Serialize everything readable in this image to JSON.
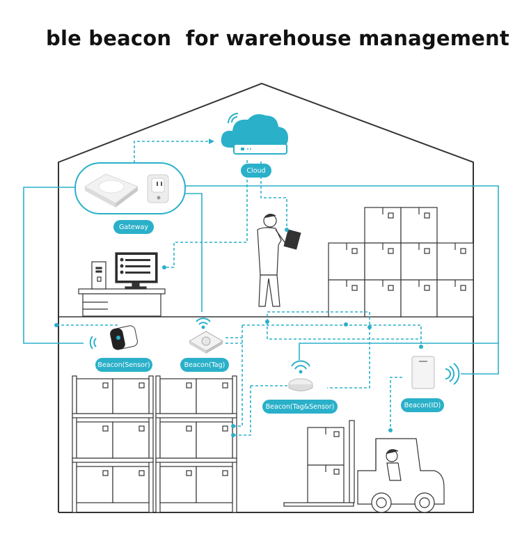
{
  "title": "ble beacon  for warehouse management",
  "colors": {
    "accent": "#2ab0c9",
    "line": "#3a3a3a",
    "light": "#f4f4f4"
  },
  "labels": {
    "cloud": "Cloud",
    "gateway": "Gateway",
    "beacon_sensor": "Beacon(Sensor)",
    "beacon_tag": "Beacon(Tag)",
    "beacon_tag_sensor": "Beacon(Tag&Sensor)",
    "beacon_id": "Beacon(ID)"
  }
}
